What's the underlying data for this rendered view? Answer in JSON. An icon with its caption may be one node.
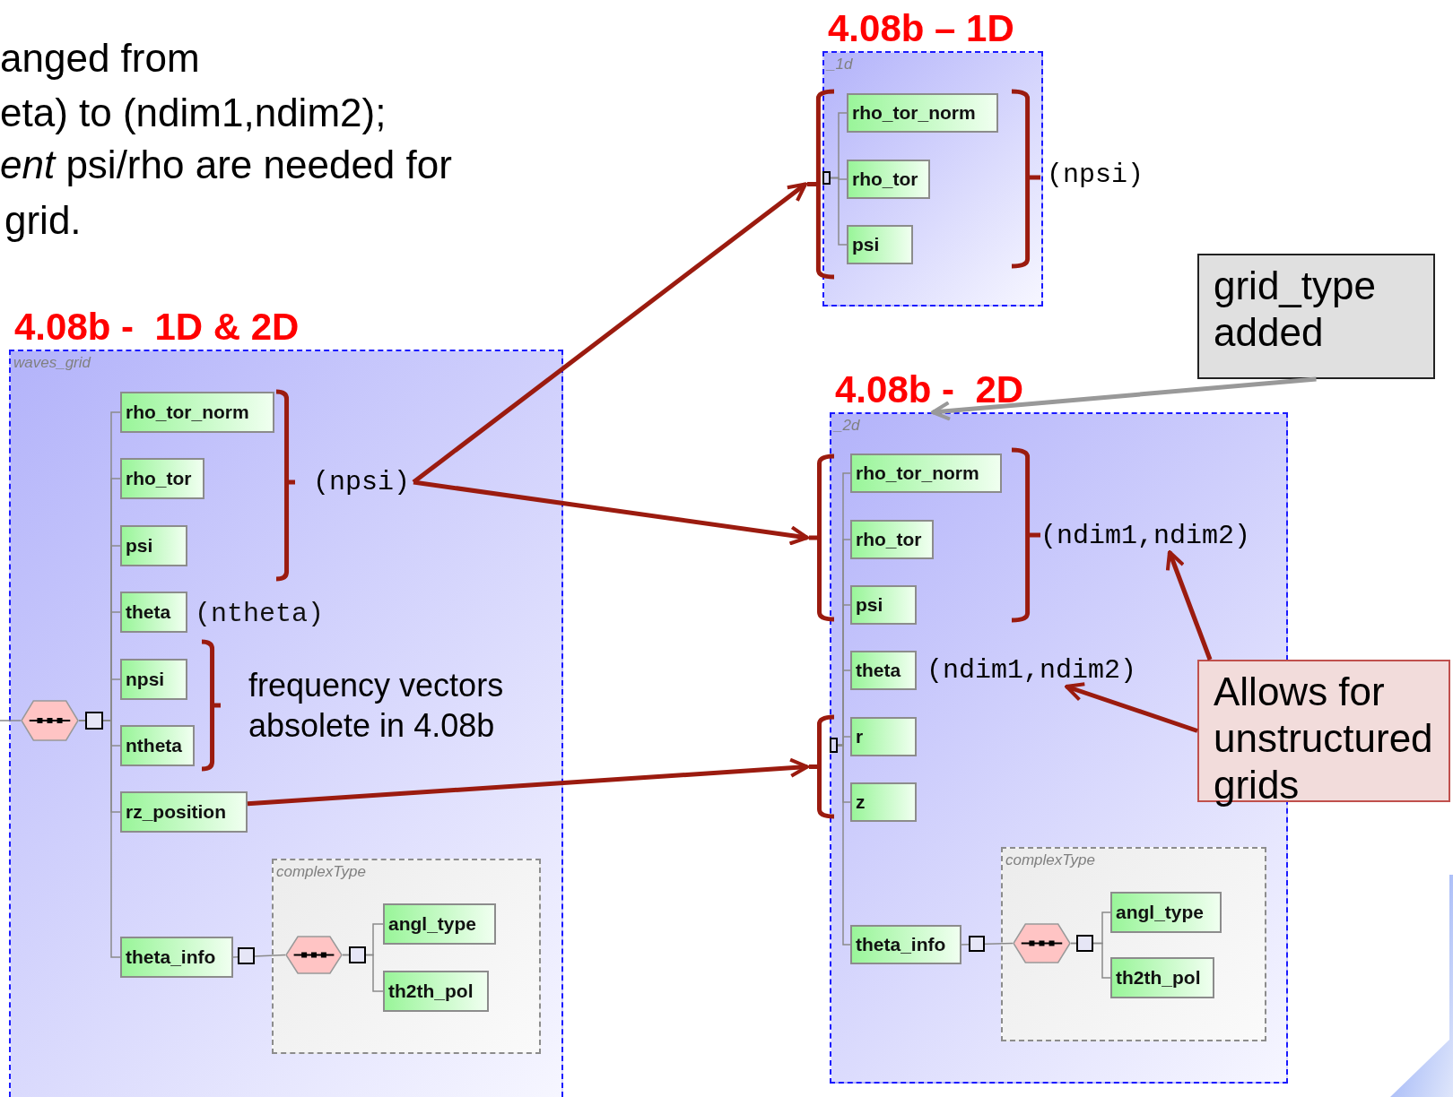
{
  "diagram": {
    "nodes": [
      {
        "text": [
          "4.08b -  1D & 2D",
          "waves_grid"
        ]
      },
      {
        "text": [],
        "shape": "hexagon",
        "in": 0
      },
      {
        "text": [
          "rho_tor_norm"
        ],
        "in": 0
      },
      {
        "text": [
          "rho_tor"
        ],
        "in": 0
      },
      {
        "text": [
          "psi"
        ],
        "in": 0
      },
      {
        "text": [
          "theta"
        ],
        "in": 0,
        "beside": [
          "(ntheta)"
        ]
      },
      {
        "text": [
          "npsi"
        ],
        "in": 0
      },
      {
        "text": [
          "ntheta"
        ],
        "in": 0
      },
      {
        "text": [
          "rz_position"
        ],
        "in": 0
      },
      {
        "text": [
          "theta_info"
        ],
        "in": 0
      },
      {
        "text": [
          "complexType"
        ],
        "in": 0
      },
      {
        "text": [],
        "shape": "hexagon",
        "in": 10
      },
      {
        "text": [
          "angl_type"
        ],
        "in": 10
      },
      {
        "text": [
          "th2th_pol"
        ],
        "in": 10
      },
      {
        "text": [
          "(npsi)"
        ],
        "in": 0
      },
      {
        "text": [
          "4.08b – 1D",
          "_1d"
        ]
      },
      {
        "text": [],
        "shape": "bracket"
      },
      {
        "text": [],
        "shape": "box"
      },
      {
        "text": [
          "rho_tor_norm"
        ],
        "in": 15
      },
      {
        "text": [
          "rho_tor"
        ],
        "in": 15
      },
      {
        "text": [
          "psi"
        ],
        "in": 15
      },
      {
        "text": [
          "grid_type added"
        ]
      },
      {
        "text": [
          "4.08b -  2D",
          "_2d"
        ]
      },
      {
        "text": [],
        "shape": "bracket"
      },
      {
        "text": [],
        "shape": "bracket"
      },
      {
        "text": [],
        "shape": "box",
        "in": 22
      },
      {
        "text": [
          "rho_tor_norm"
        ],
        "in": 22
      },
      {
        "text": [
          "rho_tor"
        ],
        "in": 22
      },
      {
        "text": [
          "psi"
        ],
        "in": 22
      },
      {
        "text": [
          "theta"
        ],
        "in": 22
      },
      {
        "text": [
          "r"
        ],
        "in": 22
      },
      {
        "text": [
          "z"
        ],
        "in": 22
      },
      {
        "text": [
          "theta_info"
        ],
        "in": 22
      },
      {
        "text": [
          "complexType"
        ],
        "in": 22
      },
      {
        "text": [],
        "shape": "hexagon",
        "in": 33
      },
      {
        "text": [
          "angl_type"
        ],
        "in": 33
      },
      {
        "text": [
          "th2th_pol"
        ],
        "in": 33
      },
      {
        "text": [
          "(ndim1,ndim2)"
        ],
        "in": 22
      },
      {
        "text": [
          "(ndim1,ndim2)"
        ],
        "in": 22
      },
      {
        "text": [
          "Allows for unstructured grids"
        ]
      }
    ],
    "edges": [
      {
        "from": 1,
        "to": 2,
        "arrow": "none"
      },
      {
        "from": 1,
        "to": 3,
        "arrow": "none"
      },
      {
        "from": 1,
        "to": 4,
        "arrow": "none"
      },
      {
        "from": 1,
        "to": 5,
        "arrow": "none"
      },
      {
        "from": 1,
        "to": 6,
        "arrow": "none"
      },
      {
        "from": 1,
        "to": 7,
        "arrow": "none"
      },
      {
        "from": 1,
        "to": 8,
        "arrow": "none"
      },
      {
        "from": 1,
        "to": 9,
        "arrow": "none"
      },
      {
        "from": 9,
        "to": 11,
        "arrow": "none"
      },
      {
        "from": 11,
        "to": 12,
        "arrow": "none"
      },
      {
        "from": 11,
        "to": 13,
        "arrow": "none"
      },
      {
        "from": 17,
        "to": 18,
        "arrow": "none"
      },
      {
        "from": 17,
        "to": 19,
        "arrow": "none"
      },
      {
        "from": 17,
        "to": 20,
        "arrow": "none"
      },
      {
        "from": 25,
        "to": 26,
        "arrow": "none"
      },
      {
        "from": 25,
        "to": 27,
        "arrow": "none"
      },
      {
        "from": 25,
        "to": 28,
        "arrow": "none"
      },
      {
        "from": 25,
        "to": 29,
        "arrow": "none"
      },
      {
        "from": 25,
        "to": 30,
        "arrow": "none"
      },
      {
        "from": 25,
        "to": 31,
        "arrow": "none"
      },
      {
        "from": 25,
        "to": 32,
        "arrow": "none"
      },
      {
        "from": 32,
        "to": 34,
        "arrow": "none"
      },
      {
        "from": 34,
        "to": 35,
        "arrow": "none"
      },
      {
        "from": 34,
        "to": 36,
        "arrow": "none"
      },
      {
        "from": 14,
        "to": 16,
        "arrow": "to",
        "style": "thick",
        "color": "#9b1b0f"
      },
      {
        "from": 14,
        "to": 23,
        "arrow": "to",
        "style": "thick",
        "color": "#9b1b0f"
      },
      {
        "from": 8,
        "to": 24,
        "arrow": "to",
        "style": "thick",
        "color": "#9b1b0f"
      },
      {
        "from": 39,
        "to": 37,
        "arrow": "to",
        "style": "thick",
        "color": "#9b1b0f"
      },
      {
        "from": 39,
        "to": 38,
        "arrow": "to",
        "style": "thick",
        "color": "#9b1b0f"
      },
      {
        "from": 21,
        "to": 22,
        "arrow": "to",
        "style": "thick",
        "color": "#999999"
      },
      {
        "from": null,
        "to": 1,
        "arrow": "none"
      }
    ],
    "labels": [
      "anged from",
      "eta) to (ndim1,ndim2);",
      "*ent* psi/rho are needed for",
      "grid.",
      "(npsi)",
      "frequency vectors absolete in 4.08b"
    ]
  }
}
